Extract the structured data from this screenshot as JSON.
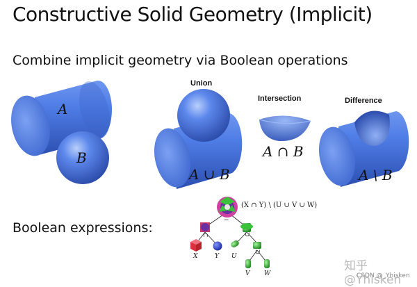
{
  "slide": {
    "title": "Constructive Solid Geometry (Implicit)",
    "subtitle": "Combine implicit geometry via Boolean operations",
    "bool_expr_label": "Boolean expressions:"
  },
  "shapes": {
    "a_label": "A",
    "b_label": "B"
  },
  "operations": {
    "union": {
      "label": "Union",
      "expr": "A ∪ B"
    },
    "intersection": {
      "label": "Intersection",
      "expr": "A ∩ B"
    },
    "difference": {
      "label": "Difference",
      "expr": "A \\ B"
    }
  },
  "tree": {
    "root_expr": "(X ∩ Y) \\ (U ∪ V ∪ W)",
    "ops": {
      "minus": "−",
      "cap": "∩",
      "cup": "∪"
    },
    "leaves": {
      "x": "X",
      "y": "Y",
      "u": "U",
      "v": "V",
      "w": "W"
    }
  },
  "watermark": {
    "main": "知乎 @Yhisken",
    "sub": "CSDN @_Yhisken"
  },
  "colors": {
    "shape_blue": "#4f7de6",
    "shape_blue_dark": "#3556b8",
    "shape_blue_light": "#8fb0f5",
    "green": "#39c23a",
    "red": "#e0404a"
  }
}
